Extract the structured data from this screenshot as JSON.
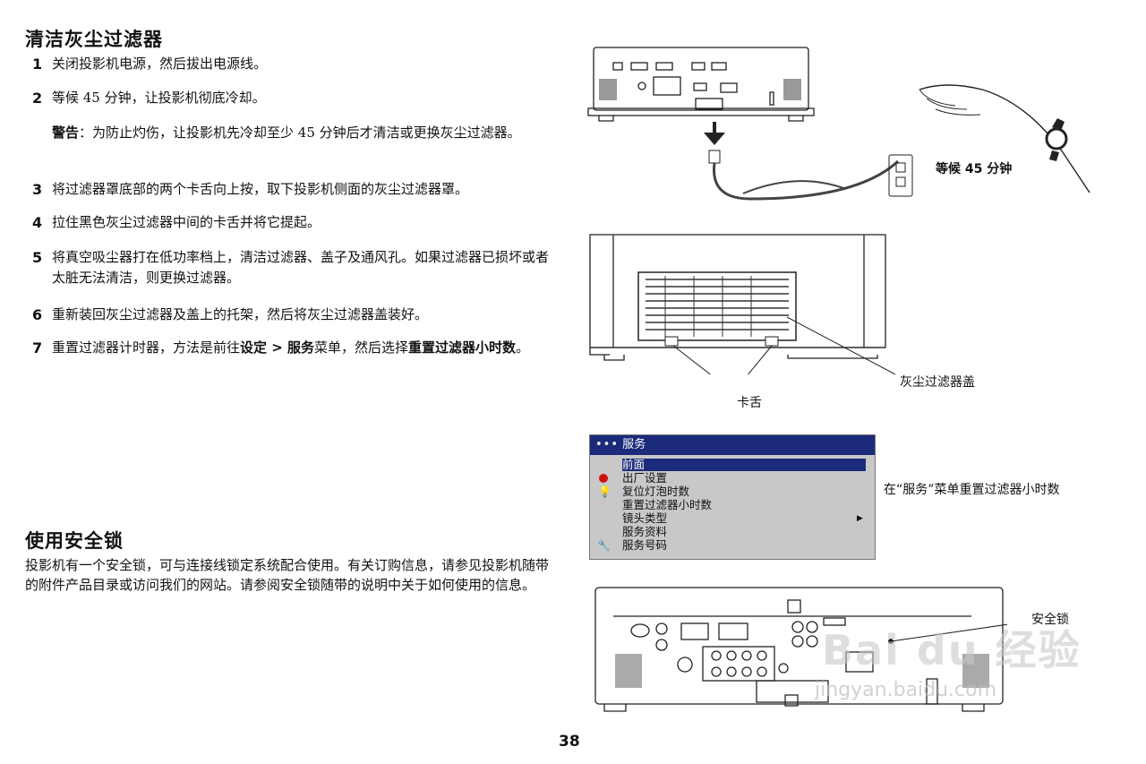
{
  "section1": {
    "title": "清洁灰尘过滤器",
    "steps": [
      {
        "n": "1",
        "text": "关闭投影机电源，然后拔出电源线。"
      },
      {
        "n": "2",
        "text": "等候 45 分钟，让投影机彻底冷却。"
      },
      {
        "n": "3",
        "text": "将过滤器罩底部的两个卡舌向上按，取下投影机侧面的灰尘过滤器罩。"
      },
      {
        "n": "4",
        "text": "拉住黑色灰尘过滤器中间的卡舌并将它提起。"
      },
      {
        "n": "5",
        "text": "将真空吸尘器打在低功率档上，清洁过滤器、盖子及通风孔。如果过滤器已损坏或者太脏无法清洁，则更换过滤器。"
      },
      {
        "n": "6",
        "text": "重新装回灰尘过滤器及盖上的托架，然后将灰尘过滤器盖装好。"
      }
    ],
    "warning_label": "警告",
    "warning_text": "：为防止灼伤，让投影机先冷却至少 45 分钟后才清洁或更换灰尘过滤器。",
    "step7": {
      "n": "7",
      "pre": "重置过滤器计时器，方法是前往",
      "path": "设定 > 服务",
      "mid": "菜单，然后选择",
      "item": "重置过滤器小时数",
      "end": "。"
    }
  },
  "section2": {
    "title": "使用安全锁",
    "text": "投影机有一个安全锁，可与连接线锁定系统配合使用。有关订购信息，请参见投影机随带的附件产品目录或访问我们的网站。请参阅安全锁随带的说明中关于如何使用的信息。"
  },
  "figures": {
    "wait_caption": "等候 45 分钟",
    "tab_caption": "卡舌",
    "filter_cover_caption": "灰尘过滤器盖",
    "menu_caption": "在“服务”菜单重置过滤器小时数",
    "lock_caption": "安全锁"
  },
  "service_menu": {
    "title": "服务",
    "items": [
      {
        "label": "前面",
        "selected": true
      },
      {
        "label": "出厂设置",
        "icon": "red-dot-icon"
      },
      {
        "label": "复位灯泡时数",
        "icon": "bulb-icon"
      },
      {
        "label": "重置过滤器小时数"
      },
      {
        "label": "镜头类型",
        "submenu": true
      },
      {
        "label": "服务资料"
      },
      {
        "label": "服务号码",
        "icon": "wrench-icon"
      }
    ],
    "title_color": "#1b2a7a"
  },
  "watermark": {
    "text1": "Bai du 经验",
    "text2": "jingyan.baidu.com"
  },
  "page_number": "38"
}
